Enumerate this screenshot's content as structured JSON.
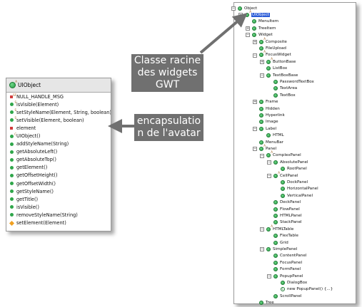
{
  "outline": {
    "header": "UIObject",
    "members": [
      {
        "icon": "static-final-field",
        "label": "NULL_HANDLE_MSG"
      },
      {
        "icon": "static-method",
        "label": "isVisible(Element)"
      },
      {
        "icon": "static-method",
        "label": "setStyleName(Element, String, boolean)"
      },
      {
        "icon": "static-method",
        "label": "setVisible(Element, boolean)"
      },
      {
        "icon": "private-field",
        "label": "element"
      },
      {
        "icon": "constructor",
        "label": "UIObject()"
      },
      {
        "icon": "public-method",
        "label": "addStyleName(String)"
      },
      {
        "icon": "public-method",
        "label": "getAbsoluteLeft()"
      },
      {
        "icon": "public-method",
        "label": "getAbsoluteTop()"
      },
      {
        "icon": "public-method",
        "label": "getElement()"
      },
      {
        "icon": "public-method",
        "label": "getOffsetHeight()"
      },
      {
        "icon": "public-method",
        "label": "getOffsetWidth()"
      },
      {
        "icon": "public-method",
        "label": "getStyleName()"
      },
      {
        "icon": "public-method",
        "label": "getTitle()"
      },
      {
        "icon": "public-method",
        "label": "isVisible()"
      },
      {
        "icon": "public-method",
        "label": "removeStyleName(String)"
      },
      {
        "icon": "protected-method",
        "label": "setElement(Element)"
      }
    ]
  },
  "tree": {
    "nodes": [
      {
        "label": "Object",
        "depth": 0,
        "expander": "minus",
        "icon": "class"
      },
      {
        "label": "UIObject",
        "depth": 1,
        "expander": "minus",
        "icon": "abstract-class",
        "selected": true
      },
      {
        "label": "MenuItem",
        "depth": 2,
        "expander": "",
        "icon": "class"
      },
      {
        "label": "TreeItem",
        "depth": 2,
        "expander": "plus",
        "icon": "class"
      },
      {
        "label": "Widget",
        "depth": 2,
        "expander": "minus",
        "icon": "class"
      },
      {
        "label": "Composite",
        "depth": 3,
        "expander": "plus",
        "icon": "abstract-class"
      },
      {
        "label": "FileUpload",
        "depth": 3,
        "expander": "",
        "icon": "class"
      },
      {
        "label": "FocusWidget",
        "depth": 3,
        "expander": "minus",
        "icon": "abstract-class"
      },
      {
        "label": "ButtonBase",
        "depth": 4,
        "expander": "plus",
        "icon": "abstract-class"
      },
      {
        "label": "ListBox",
        "depth": 4,
        "expander": "",
        "icon": "class"
      },
      {
        "label": "TextBoxBase",
        "depth": 4,
        "expander": "minus",
        "icon": "class"
      },
      {
        "label": "PasswordTextBox",
        "depth": 5,
        "expander": "",
        "icon": "class"
      },
      {
        "label": "TextArea",
        "depth": 5,
        "expander": "",
        "icon": "class"
      },
      {
        "label": "TextBox",
        "depth": 5,
        "expander": "",
        "icon": "class"
      },
      {
        "label": "Frame",
        "depth": 3,
        "expander": "plus",
        "icon": "class"
      },
      {
        "label": "Hidden",
        "depth": 3,
        "expander": "",
        "icon": "class"
      },
      {
        "label": "Hyperlink",
        "depth": 3,
        "expander": "",
        "icon": "class"
      },
      {
        "label": "Image",
        "depth": 3,
        "expander": "",
        "icon": "class"
      },
      {
        "label": "Label",
        "depth": 3,
        "expander": "minus",
        "icon": "class"
      },
      {
        "label": "HTML",
        "depth": 4,
        "expander": "",
        "icon": "class"
      },
      {
        "label": "MenuBar",
        "depth": 3,
        "expander": "",
        "icon": "class"
      },
      {
        "label": "Panel",
        "depth": 3,
        "expander": "minus",
        "icon": "abstract-class"
      },
      {
        "label": "ComplexPanel",
        "depth": 4,
        "expander": "minus",
        "icon": "abstract-class"
      },
      {
        "label": "AbsolutePanel",
        "depth": 5,
        "expander": "minus",
        "icon": "class"
      },
      {
        "label": "RootPanel",
        "depth": 6,
        "expander": "",
        "icon": "class"
      },
      {
        "label": "CellPanel",
        "depth": 5,
        "expander": "minus",
        "icon": "abstract-class"
      },
      {
        "label": "DockPanel",
        "depth": 6,
        "expander": "",
        "icon": "class"
      },
      {
        "label": "HorizontalPanel",
        "depth": 6,
        "expander": "",
        "icon": "class"
      },
      {
        "label": "VerticalPanel",
        "depth": 6,
        "expander": "",
        "icon": "class"
      },
      {
        "label": "DeckPanel",
        "depth": 5,
        "expander": "",
        "icon": "class"
      },
      {
        "label": "FlowPanel",
        "depth": 5,
        "expander": "",
        "icon": "class"
      },
      {
        "label": "HTMLPanel",
        "depth": 5,
        "expander": "",
        "icon": "class"
      },
      {
        "label": "StackPanel",
        "depth": 5,
        "expander": "",
        "icon": "class"
      },
      {
        "label": "HTMLTable",
        "depth": 4,
        "expander": "minus",
        "icon": "abstract-class"
      },
      {
        "label": "FlexTable",
        "depth": 5,
        "expander": "",
        "icon": "class"
      },
      {
        "label": "Grid",
        "depth": 5,
        "expander": "",
        "icon": "class"
      },
      {
        "label": "SimplePanel",
        "depth": 4,
        "expander": "minus",
        "icon": "class"
      },
      {
        "label": "ContentPanel",
        "depth": 5,
        "expander": "",
        "icon": "class"
      },
      {
        "label": "FocusPanel",
        "depth": 5,
        "expander": "",
        "icon": "class"
      },
      {
        "label": "FormPanel",
        "depth": 5,
        "expander": "",
        "icon": "class"
      },
      {
        "label": "PopupPanel",
        "depth": 5,
        "expander": "minus",
        "icon": "class"
      },
      {
        "label": "DialogBox",
        "depth": 6,
        "expander": "",
        "icon": "class"
      },
      {
        "label": "new PopupPanel() {...}",
        "depth": 6,
        "expander": "",
        "icon": "anonymous-class"
      },
      {
        "label": "ScrollPanel",
        "depth": 5,
        "expander": "",
        "icon": "class"
      },
      {
        "label": "Tree",
        "depth": 3,
        "expander": "",
        "icon": "class"
      }
    ]
  },
  "callouts": {
    "root_class": "Classe racine\ndes widgets\nGWT",
    "encapsulation": "encapsulatio\nn de l'avatar"
  },
  "colors": {
    "callout_bg": "#707070",
    "selection": "#2a5bd7",
    "method_green": "#2fa64a"
  }
}
